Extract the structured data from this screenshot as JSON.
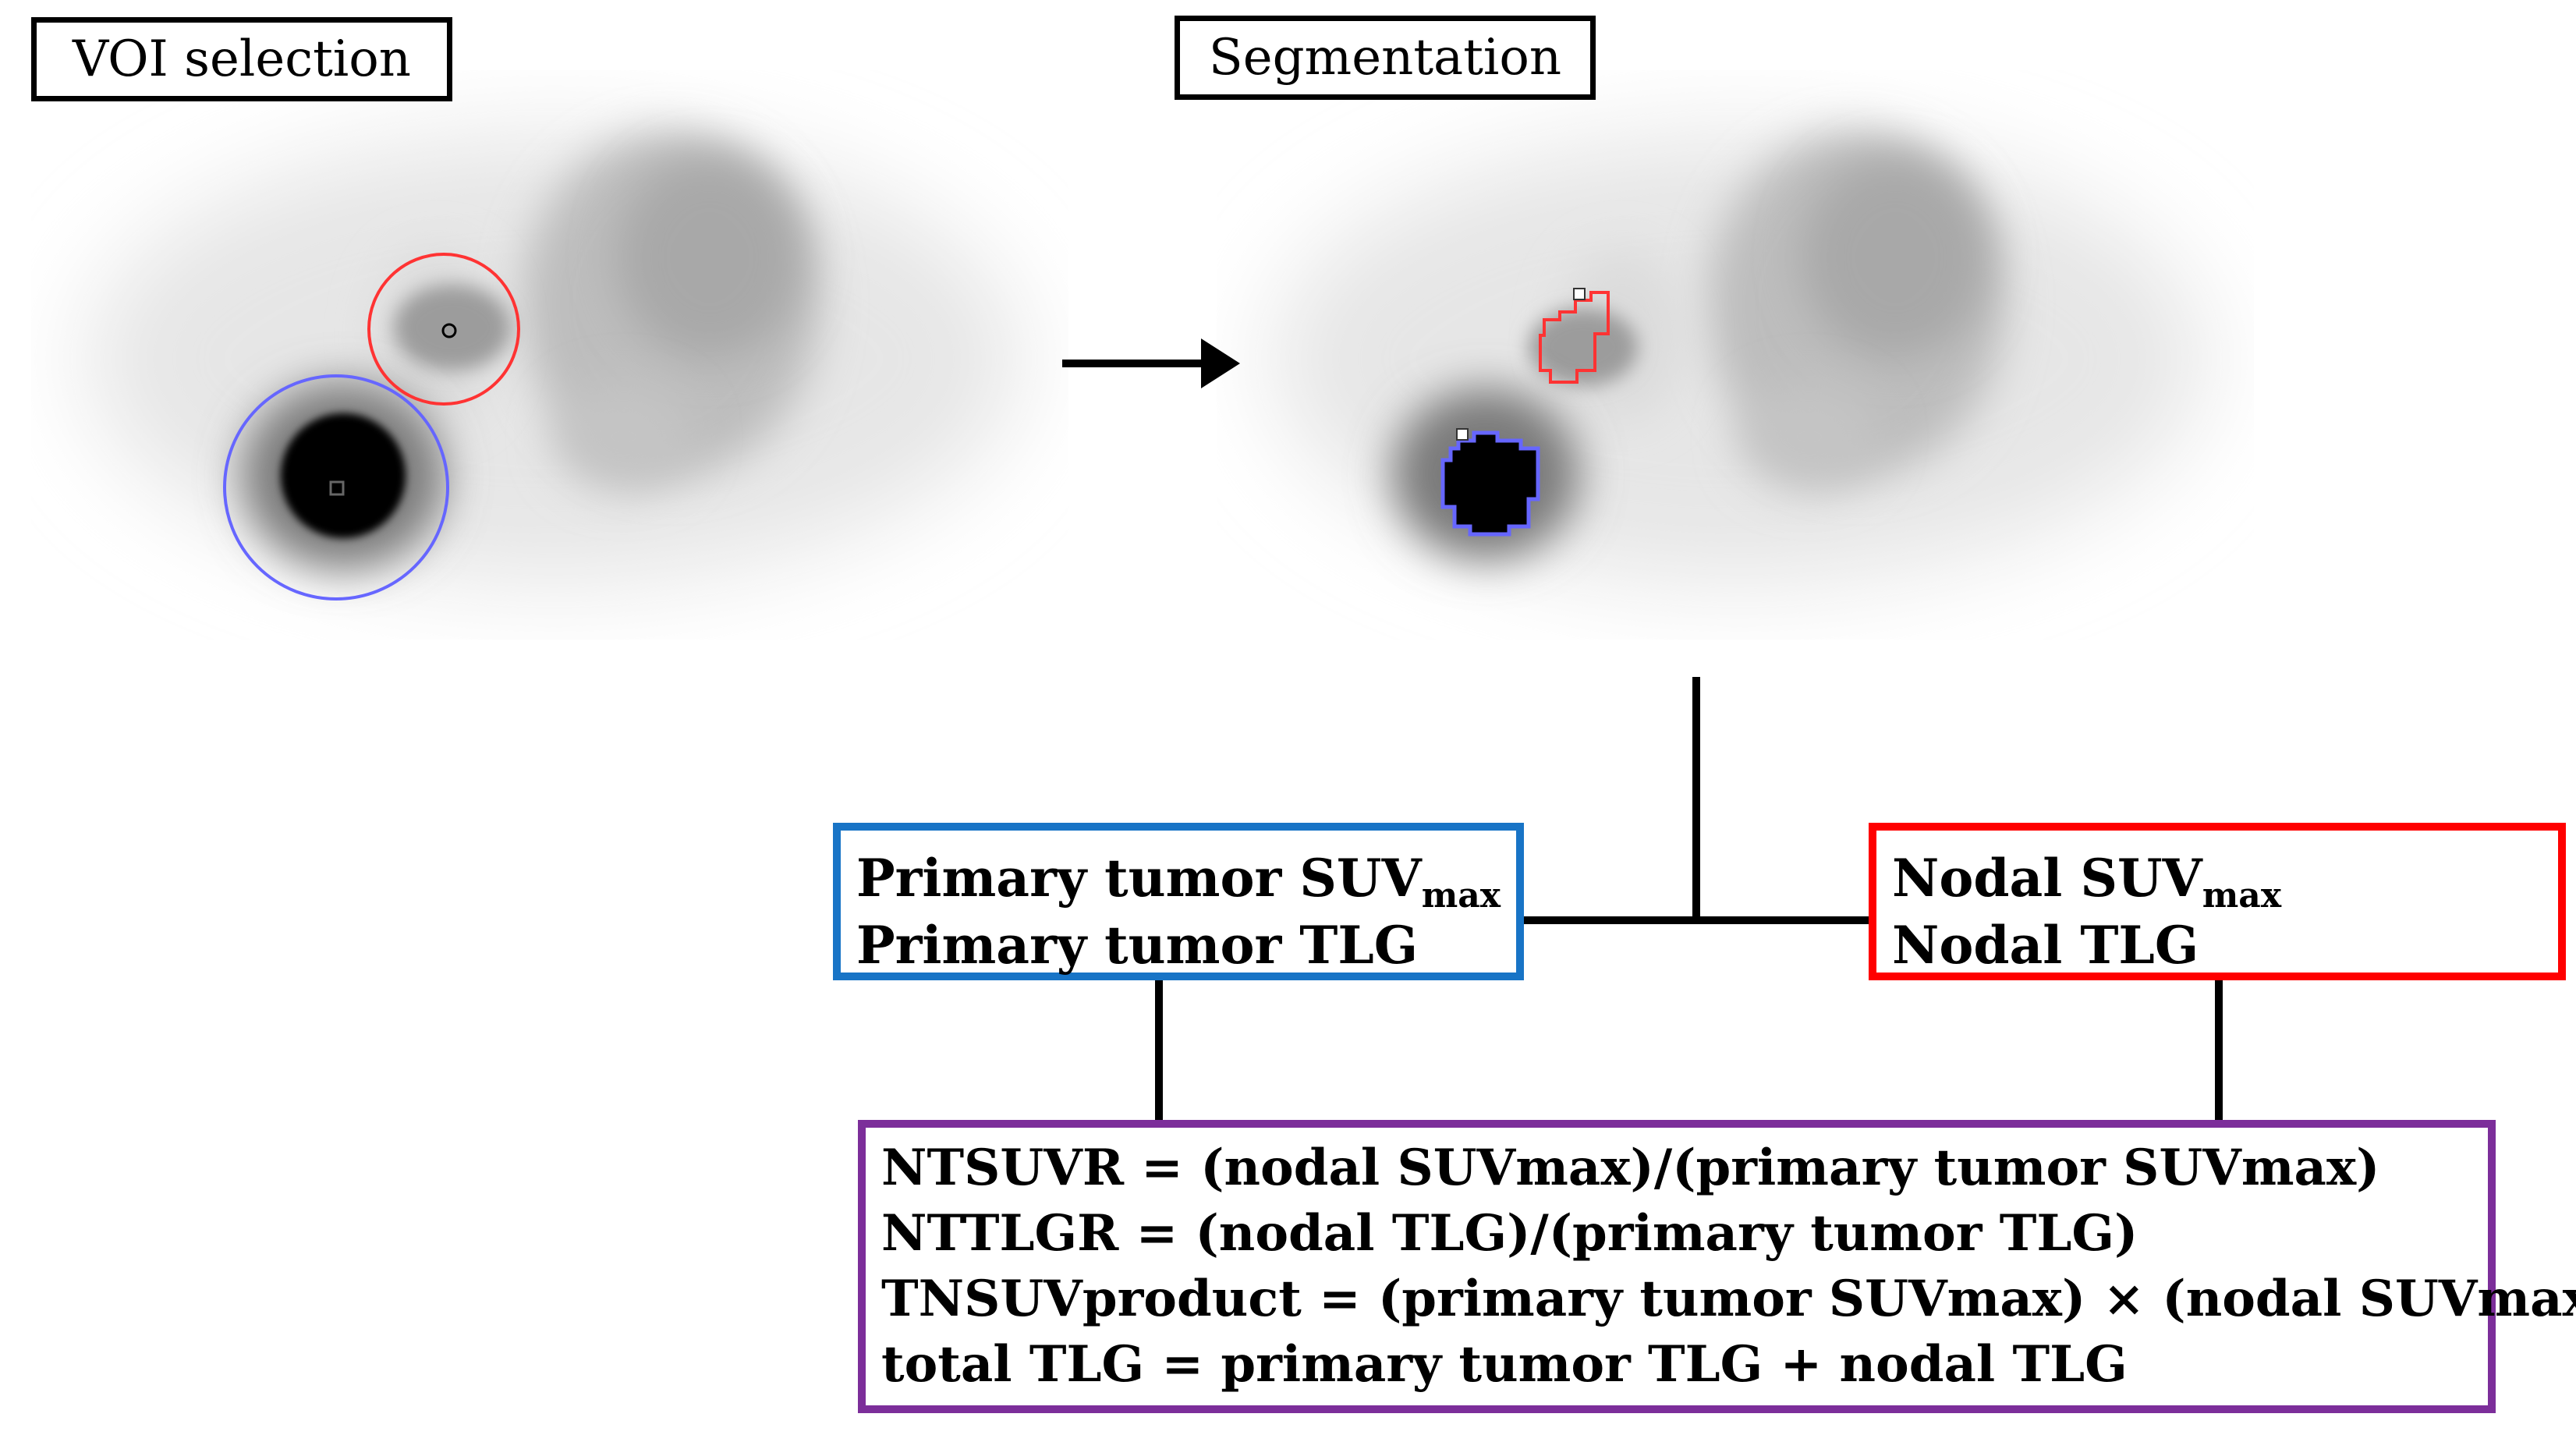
{
  "step1": {
    "label": "VOI selection"
  },
  "step2": {
    "label": "Segmentation"
  },
  "primary_box": {
    "line1_main": "Primary tumor SUV",
    "line1_sub": "max",
    "line2": "Primary tumor TLG",
    "border_color": "#1874c6"
  },
  "nodal_box": {
    "line1_main": "Nodal SUV",
    "line1_sub": "max",
    "line2": "Nodal TLG",
    "border_color": "#ff0000"
  },
  "formulas_box": {
    "border_color": "#7c2e9a",
    "lines": [
      "NTSUVR = (nodal SUVmax)/(primary tumor SUVmax)",
      "NTTLGR = (nodal TLG)/(primary tumor TLG)",
      "TNSUVproduct = (primary tumor SUVmax) × (nodal SUVmax)",
      "total TLG = primary tumor TLG + nodal TLG"
    ]
  },
  "colors": {
    "primary_voi": "#6666ff",
    "nodal_voi": "#ff3333"
  }
}
